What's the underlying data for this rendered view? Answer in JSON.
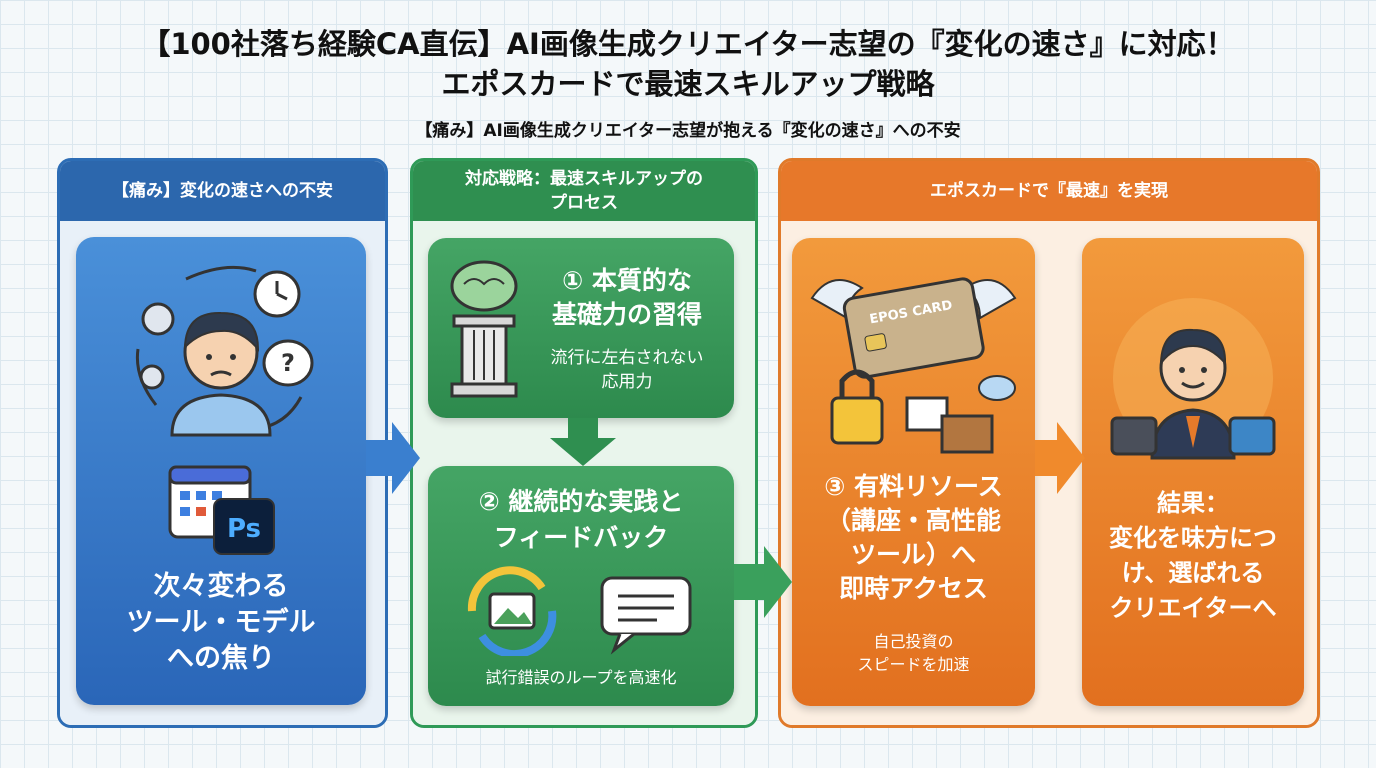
{
  "header": {
    "title_line1": "【100社落ち経験CA直伝】AI画像生成クリエイター志望の『変化の速さ』に対応！",
    "title_line2": "エポスカードで最速スキルアップ戦略",
    "subtitle": "【痛み】AI画像生成クリエイター志望が抱える『変化の速さ』への不安"
  },
  "pain": {
    "heading": "【痛み】変化の速さへの不安",
    "card_lines": [
      "次々変わる",
      "ツール・モデル",
      "への焦り"
    ],
    "ps_label": "Ps",
    "question_mark": "?"
  },
  "strategy": {
    "heading_lines": [
      "対応戦略：最速スキルアップの",
      "プロセス"
    ],
    "step1": {
      "title_lines": [
        "① 本質的な",
        "基礎力の習得"
      ],
      "desc_lines": [
        "流行に左右されない",
        "応用力"
      ]
    },
    "step2": {
      "title_lines": [
        "② 継続的な実践と",
        "フィードバック"
      ],
      "desc": "試行錯誤のループを高速化"
    }
  },
  "epos": {
    "heading": "エポスカードで『最速』を実現",
    "card_label": "EPOS CARD",
    "step3": {
      "title_lines": [
        "③ 有料リソース",
        "（講座・高性能",
        "ツール）へ",
        "即時アクセス"
      ],
      "desc_lines": [
        "自己投資の",
        "スピードを加速"
      ]
    },
    "result": {
      "title_lines": [
        "結果：",
        "変化を味方につ",
        "け、選ばれる",
        "クリエイターへ"
      ]
    }
  },
  "colors": {
    "blue": "#2c67ad",
    "green": "#2f8f50",
    "orange": "#e7782a"
  }
}
